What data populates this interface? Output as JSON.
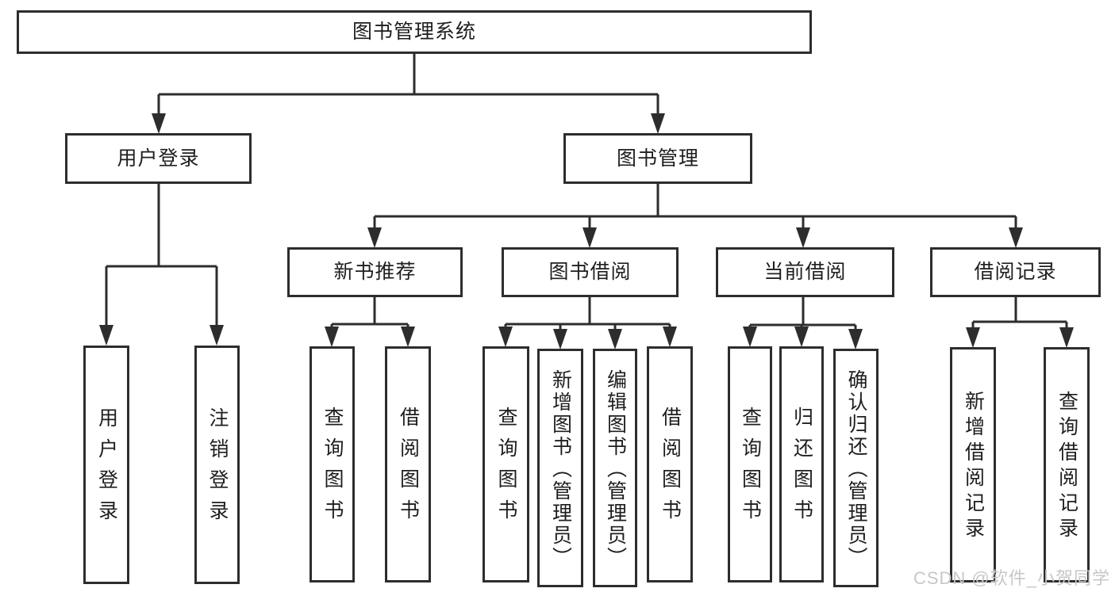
{
  "diagram": {
    "type": "hierarchy-tree",
    "title": "图书管理系统",
    "watermark": "CSDN @软件_小贺同学",
    "colors": {
      "background": "#ffffff",
      "border": "#2d2d2d",
      "line": "#2d2d2d",
      "text": "#1e1e1e",
      "watermark": "#c7c7c7"
    },
    "nodes": [
      {
        "id": "root",
        "label": "图书管理系统",
        "parent": null
      },
      {
        "id": "user-login",
        "label": "用户登录",
        "parent": "root"
      },
      {
        "id": "book-management",
        "label": "图书管理",
        "parent": "root"
      },
      {
        "id": "new-book-recommend",
        "label": "新书推荐",
        "parent": "book-management"
      },
      {
        "id": "book-borrowing",
        "label": "图书借阅",
        "parent": "book-management"
      },
      {
        "id": "current-borrowing",
        "label": "当前借阅",
        "parent": "book-management"
      },
      {
        "id": "borrowing-records",
        "label": "借阅记录",
        "parent": "book-management"
      },
      {
        "id": "leaf-user-login",
        "label": "用户登录",
        "parent": "user-login"
      },
      {
        "id": "leaf-logout",
        "label": "注销登录",
        "parent": "user-login"
      },
      {
        "id": "leaf-query-books-1",
        "label": "查询图书",
        "parent": "new-book-recommend"
      },
      {
        "id": "leaf-borrow-books-1",
        "label": "借阅图书",
        "parent": "new-book-recommend"
      },
      {
        "id": "leaf-query-books-2",
        "label": "查询图书",
        "parent": "book-borrowing"
      },
      {
        "id": "leaf-add-books-admin",
        "label": "新增图书（管理员）",
        "parent": "book-borrowing"
      },
      {
        "id": "leaf-edit-books-admin",
        "label": "编辑图书（管理员）",
        "parent": "book-borrowing"
      },
      {
        "id": "leaf-borrow-books-2",
        "label": "借阅图书",
        "parent": "book-borrowing"
      },
      {
        "id": "leaf-query-books-3",
        "label": "查询图书",
        "parent": "current-borrowing"
      },
      {
        "id": "leaf-return-books",
        "label": "归还图书",
        "parent": "current-borrowing"
      },
      {
        "id": "leaf-confirm-return-admin",
        "label": "确认归还（管理员）",
        "parent": "current-borrowing"
      },
      {
        "id": "leaf-add-borrow-record",
        "label": "新增借阅记录",
        "parent": "borrowing-records"
      },
      {
        "id": "leaf-query-borrow-record",
        "label": "查询借阅记录",
        "parent": "borrowing-records"
      }
    ]
  }
}
